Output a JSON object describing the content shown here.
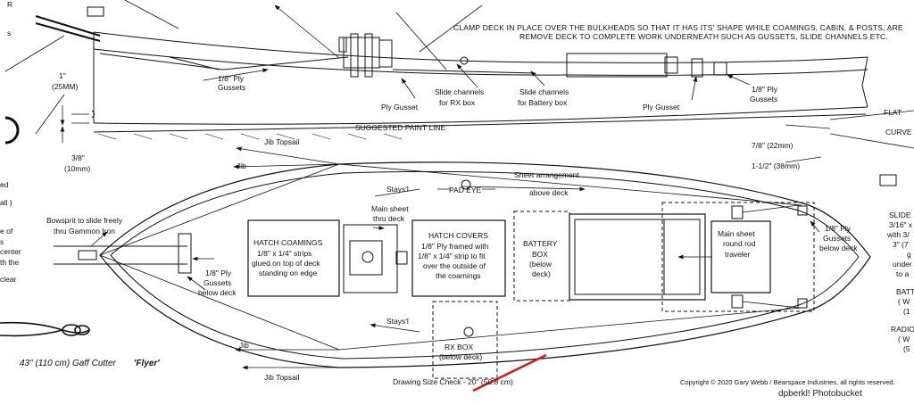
{
  "top_note": {
    "line1": "CLAMP DECK IN PLACE OVER THE BULKHEADS SO THAT IT HAS ITS' SHAPE WHILE COAMINGS, CABIN, & POSTS, ARE",
    "line2": "REMOVE DECK TO COMPLETE WORK UNDERNEATH SUCH AS GUSSETS, SLIDE CHANNELS ETC."
  },
  "side_profile": {
    "ply_gussets_left": [
      "1/8\" Ply",
      "Gussets"
    ],
    "ply_gusset_mid": "Ply Gusset",
    "slide_channels_rx": [
      "Slide channels",
      "for RX box"
    ],
    "slide_channels_battery": [
      "Slide channels",
      "for Battery box"
    ],
    "ply_gusset_right": "Ply Gusset",
    "ply_gussets_right": [
      "1/8\" Ply",
      "Gussets"
    ],
    "dim_1in": [
      "1\"",
      "(25MM)"
    ],
    "dim_3_8": [
      "3/8\"",
      "(10mm)"
    ],
    "paint_line": "SUGGESTED PAINT LINE",
    "dim_7_8": "7/8\" (22mm)",
    "dim_1_1_2": "1-1/2\" (38mm)",
    "cut_flat": "FLAT",
    "cut_curve": "CURVE"
  },
  "deck_plan": {
    "jib_topsail_top": "Jib Topsail",
    "jib_top": "Jib",
    "sheet_arrangement": "Sheet arrangement",
    "stays_top": "Stays'l",
    "pad_eye": "PAD EYE",
    "above_deck": "above deck",
    "main_sheet_thru": [
      "Main sheet",
      "thru deck"
    ],
    "bowsprit": [
      "Bowsprit to slide freely",
      "thru Gammon Iron"
    ],
    "hatch_coamings": [
      "HATCH COAMINGS",
      "1/8\" x 1/4\" strips",
      "glued on top of deck",
      "standing on edge"
    ],
    "hatch_covers": [
      "HATCH COVERS",
      "1/8\" Ply framed with",
      "1/8\" x 1/4\" strip to fit",
      "over the outside of",
      "the coamings"
    ],
    "battery_box": [
      "BATTERY",
      "BOX",
      "(below",
      "deck)"
    ],
    "main_sheet_traveler": [
      "Main sheet",
      "round rod",
      "traveler"
    ],
    "gussets_below_right": [
      "1/8\" Ply",
      "Gussets",
      "below deck"
    ],
    "gussets_below_left": [
      "1/8\" Ply",
      "Gussets",
      "below deck"
    ],
    "stays_bottom": "Stays'l",
    "rx_box": [
      "RX BOX",
      "(below deck)"
    ],
    "jib_bottom": "Jib",
    "jib_topsail_bottom": "Jib Topsail",
    "size_check": "Drawing Size Check - 20\" (50.8 cm)"
  },
  "left_margin": {
    "frag_r": "R",
    "frag_s": "s",
    "frag_ed": "ed",
    "frag_all": "all )",
    "frag_e": "e of",
    "frag_s2": "s",
    "frag_center": "center",
    "frag_the": "th the",
    "frag_clear": "clear"
  },
  "right_margin": {
    "slide": [
      "SLIDE",
      "3/16\" x",
      "with 3/",
      "3\" (7",
      "g",
      "under",
      "to a"
    ],
    "batt": [
      "BATT",
      "( W",
      "(1"
    ],
    "radio": [
      "RADIO",
      "( W",
      "(5"
    ]
  },
  "title": "43\" (110 cm) Gaff Cutter",
  "boat_name": "'Flyer'",
  "copyright": "Copyright © 2020 Gary Webb / Bearspace Industries, all rights reserved.",
  "watermark": "dpberkl! Photobucket",
  "colors": {
    "ink": "#111111",
    "annotation": "#e0151b"
  }
}
